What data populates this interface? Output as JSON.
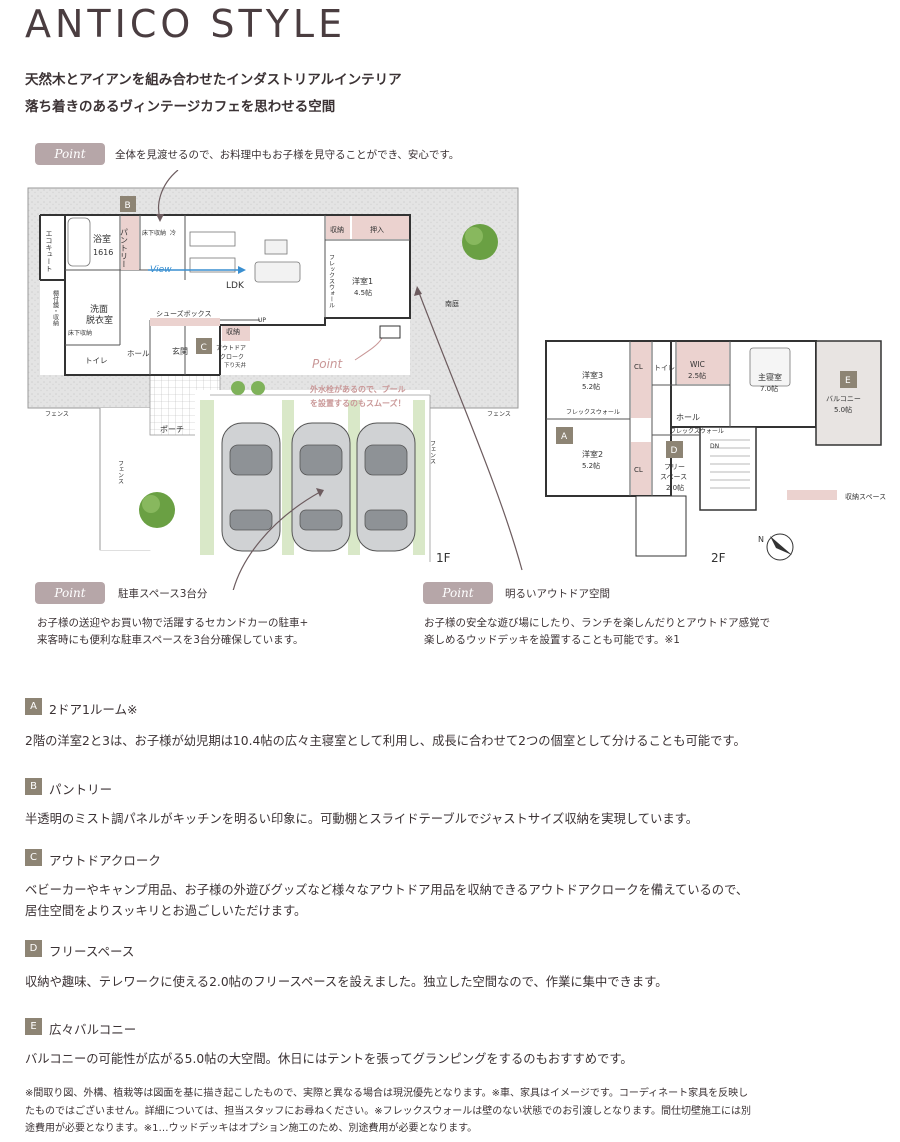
{
  "header": {
    "title": "ANTICO STYLE",
    "subtitle1": "天然木とアイアンを組み合わせたインダストリアルインテリア",
    "subtitle2": "落ち着きのあるヴィンテージカフェを思わせる空間"
  },
  "points": [
    {
      "badge": "Point",
      "title": "全体を見渡せるので、お料理中もお子様を見守ることができ、安心です。",
      "desc": []
    },
    {
      "badge": "Point",
      "title": "駐車スペース3台分",
      "desc": [
        "お子様の送迎やお買い物で活躍するセカンドカーの駐車+",
        "来客時にも便利な駐車スペースを3台分確保しています。"
      ]
    },
    {
      "badge": "Point",
      "title": "明るいアウトドア空間",
      "desc": [
        "お子様の安全な遊び場にしたり、ランチを楽しんだりとアウトドア感覚で",
        "楽しめるウッドデッキを設置することも可能です。※1"
      ]
    }
  ],
  "plan1f": {
    "floor": "1F",
    "marker_b": "B",
    "marker_c": "C",
    "eco": "エコキュート",
    "bath": "浴室",
    "bath_size": "1616",
    "pantry": "パントリー",
    "floor_storage1": "床下収納",
    "floor_storage2": "床下収納",
    "fridge": "冷",
    "view": "View",
    "ldk": "LDK",
    "storage": "収納",
    "closet": "押入",
    "flex_wall": "フレックスウォール",
    "room1": "洋室1",
    "room1_size": "4.5帖",
    "wash": "洗面",
    "wash2": "脱衣室",
    "wash_storage": "棚付鏡・収納",
    "shoes": "シューズボックス",
    "up": "UP",
    "hall": "ホール",
    "entrance": "玄関",
    "outdoor_cloak": "アウトドア",
    "outdoor_cloak2": "クローク",
    "drop_ceiling": "下り天井",
    "toilet": "トイレ",
    "porch": "ポーチ",
    "garden": "南庭",
    "fence1": "フェンス",
    "fence2": "フェンス",
    "fence3": "フェンス",
    "fence4": "フェンス",
    "point_label": "Point",
    "pool_note1": "外水栓があるので、プール",
    "pool_note2": "を設置するのもスムーズ！"
  },
  "plan2f": {
    "floor": "2F",
    "room3": "洋室3",
    "room3_size": "5.2帖",
    "room2": "洋室2",
    "room2_size": "5.2帖",
    "cl1": "CL",
    "cl2": "CL",
    "toilet": "トイレ",
    "wic": "WIC",
    "wic_size": "2.5帖",
    "master": "主寝室",
    "master_size": "7.0帖",
    "balcony": "バルコニー",
    "balcony_size": "5.0帖",
    "hall": "ホール",
    "flex1": "フレックスウォール",
    "flex2": "フレックスウォール",
    "free": "フリー",
    "free2": "スペース",
    "free_size": "2.0帖",
    "dn": "DN",
    "marker_a": "A",
    "marker_d": "D",
    "marker_e": "E",
    "legend": "収納スペース",
    "north": "N",
    "legend_color": "#ebd2cf"
  },
  "sections": [
    {
      "letter": "A",
      "heading": "2ドア1ルーム※",
      "body": [
        "2階の洋室2と3は、お子様が幼児期は10.4帖の広々主寝室として利用し、成長に合わせて2つの個室として分けることも可能です。"
      ]
    },
    {
      "letter": "B",
      "heading": "パントリー",
      "body": [
        "半透明のミスト調パネルがキッチンを明るい印象に。可動棚とスライドテーブルでジャストサイズ収納を実現しています。"
      ]
    },
    {
      "letter": "C",
      "heading": "アウトドアクローク",
      "body": [
        "ベビーカーやキャンプ用品、お子様の外遊びグッズなど様々なアウトドア用品を収納できるアウトドアクロークを備えているので、",
        "居住空間をよりスッキリとお過ごしいただけます。"
      ]
    },
    {
      "letter": "D",
      "heading": "フリースペース",
      "body": [
        "収納や趣味、テレワークに使える2.0帖のフリースペースを設えました。独立した空間なので、作業に集中できます。"
      ]
    },
    {
      "letter": "E",
      "heading": "広々バルコニー",
      "body": [
        "バルコニーの可能性が広がる5.0帖の大空間。休日にはテントを張ってグランピングをするのもおすすめです。"
      ]
    }
  ],
  "notes": [
    "※間取り図、外構、植栽等は図面を基に描き起こしたもので、実際と異なる場合は現況優先となります。※車、家具はイメージです。コーディネート家具を反映し",
    "たものではございません。詳細については、担当スタッフにお尋ねください。※フレックスウォールは壁のない状態でのお引渡しとなります。間仕切壁施工には別",
    "途費用が必要となります。※1…ウッドデッキはオプション施工のため、別途費用が必要となります。"
  ],
  "colors": {
    "accent_pink": "#c9a3a3",
    "badge": "#b6a6a8",
    "marker": "#8d8474",
    "storage": "#ebd2cf"
  }
}
